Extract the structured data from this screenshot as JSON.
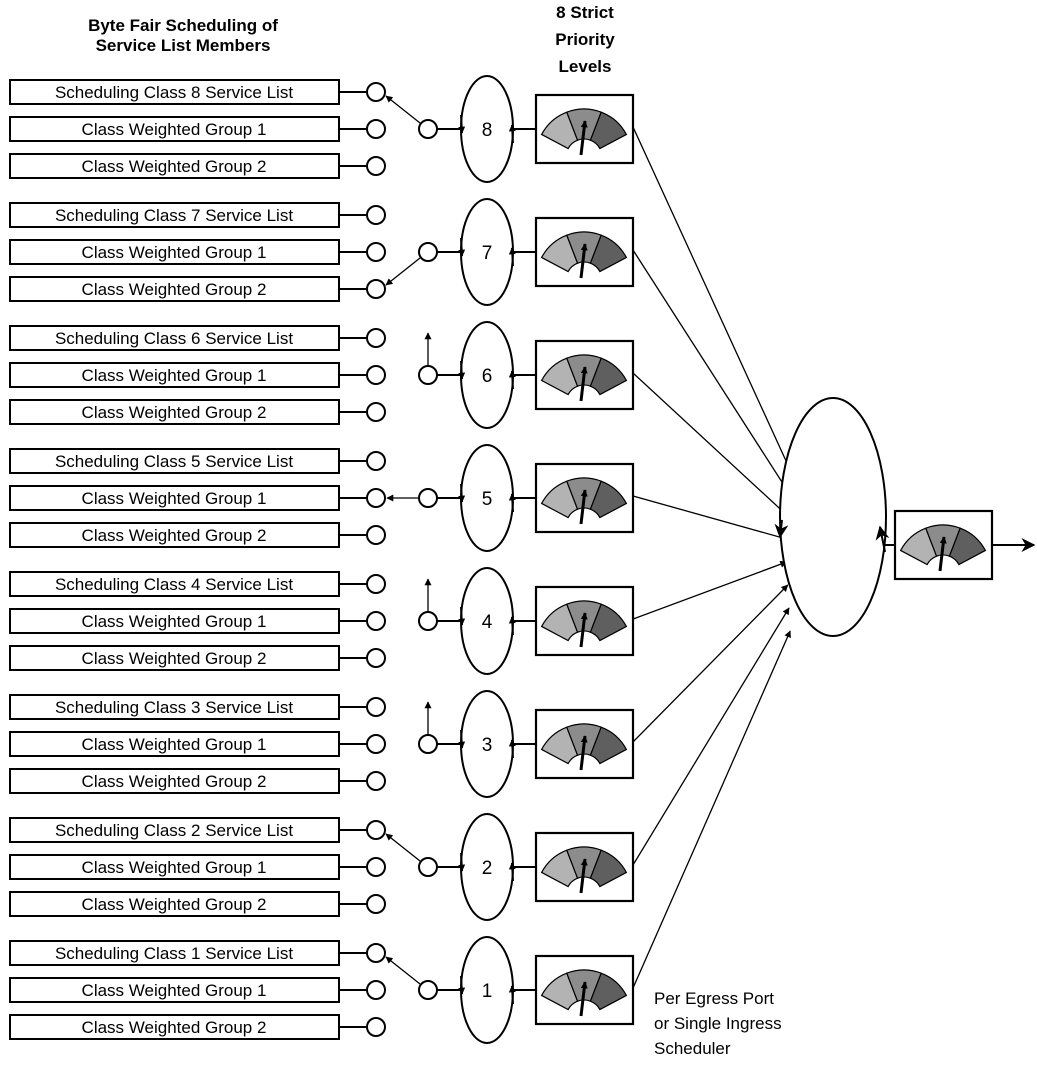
{
  "header_left": [
    "Byte Fair Scheduling of",
    "Service List Members"
  ],
  "header_right": [
    "8 Strict",
    "Priority",
    "Levels"
  ],
  "footnote": [
    "Per Egress Port",
    "or Single Ingress",
    "Scheduler"
  ],
  "colors": {
    "stroke": "#000000",
    "gauge_light": "#b3b3b3",
    "gauge_mid": "#8c8c8c",
    "gauge_dark": "#5f5f5f",
    "background": "#ffffff"
  },
  "levels": [
    {
      "number": "8",
      "selector": "up",
      "members": [
        "Scheduling Class 8 Service List",
        "Class Weighted Group 1",
        "Class Weighted Group 2"
      ]
    },
    {
      "number": "7",
      "selector": "down",
      "members": [
        "Scheduling Class 7 Service List",
        "Class Weighted Group 1",
        "Class Weighted Group 2"
      ]
    },
    {
      "number": "6",
      "selector": "idle",
      "members": [
        "Scheduling Class 6 Service List",
        "Class Weighted Group 1",
        "Class Weighted Group 2"
      ]
    },
    {
      "number": "5",
      "selector": "middle",
      "members": [
        "Scheduling Class 5 Service List",
        "Class Weighted Group 1",
        "Class Weighted Group 2"
      ]
    },
    {
      "number": "4",
      "selector": "idle",
      "members": [
        "Scheduling Class 4 Service List",
        "Class Weighted Group 1",
        "Class Weighted Group 2"
      ]
    },
    {
      "number": "3",
      "selector": "idle",
      "members": [
        "Scheduling Class 3 Service List",
        "Class Weighted Group 1",
        "Class Weighted Group 2"
      ]
    },
    {
      "number": "2",
      "selector": "up",
      "members": [
        "Scheduling Class 2 Service List",
        "Class Weighted Group 1",
        "Class Weighted Group 2"
      ]
    },
    {
      "number": "1",
      "selector": "up",
      "members": [
        "Scheduling Class 1 Service List",
        "Class Weighted Group 1",
        "Class Weighted Group 2"
      ]
    }
  ]
}
